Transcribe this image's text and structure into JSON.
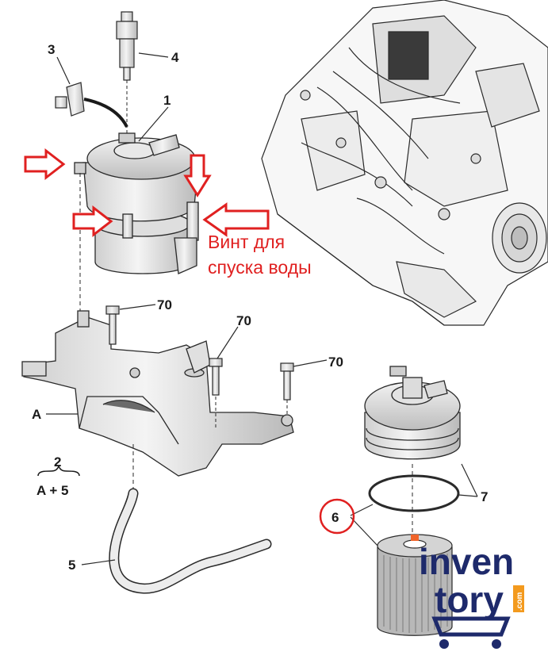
{
  "labels": {
    "part1": "1",
    "part2": "2",
    "part3": "3",
    "part4": "4",
    "part5": "5",
    "part6": "6",
    "part7": "7",
    "bolt": "70",
    "bracket": "A",
    "combo": "A + 5"
  },
  "annotation": {
    "line1": "Винт для",
    "line2": "спуска воды"
  },
  "logo": {
    "top": "inven",
    "bottom": "tory",
    "tld": ".com",
    "color": "#1e2a6b",
    "accent": "#f39a1e"
  },
  "colors": {
    "highlight": "#e02020",
    "line": "#1a1a1a",
    "part_fill": "#e6e6e6"
  }
}
